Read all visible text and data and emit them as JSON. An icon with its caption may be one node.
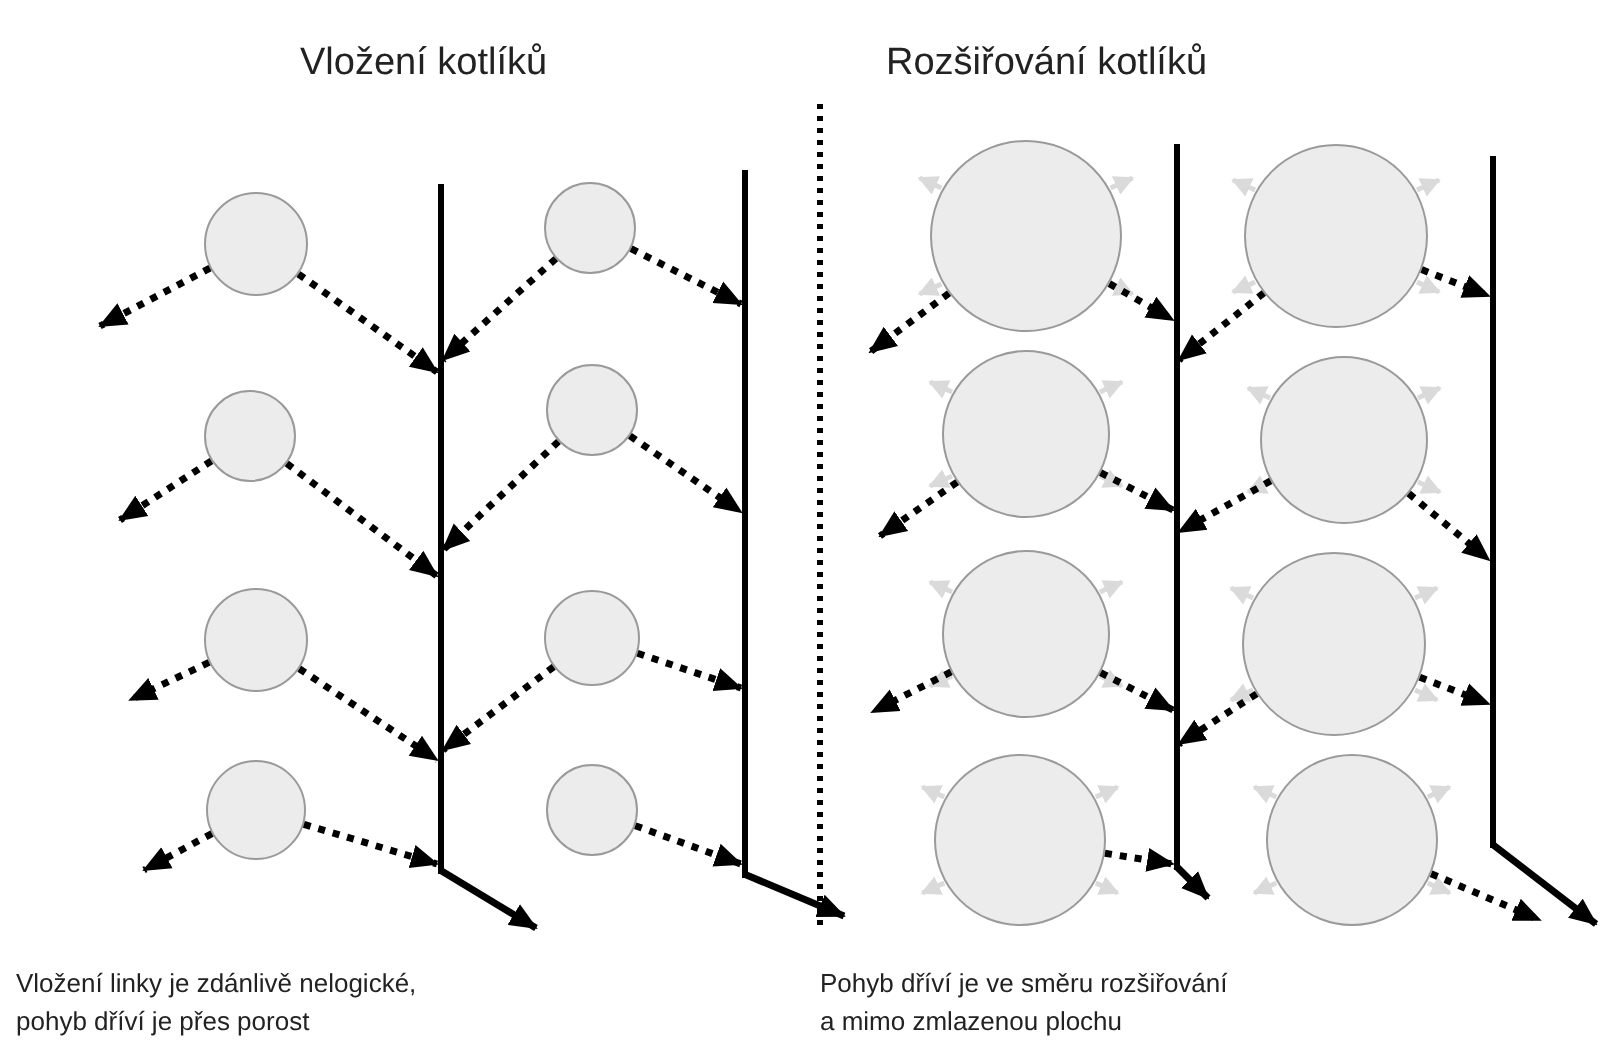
{
  "diagram": {
    "nodes": [
      {
        "text": [],
        "shape": "circle"
      },
      {
        "text": [],
        "shape": "circle"
      },
      {
        "text": [],
        "shape": "circle"
      },
      {
        "text": [],
        "shape": "circle"
      },
      {
        "text": [],
        "shape": "circle"
      },
      {
        "text": [],
        "shape": "circle"
      },
      {
        "text": [],
        "shape": "circle"
      },
      {
        "text": [],
        "shape": "circle"
      },
      {
        "text": [],
        "shape": "circle"
      },
      {
        "text": [],
        "shape": "circle"
      },
      {
        "text": [],
        "shape": "circle"
      },
      {
        "text": [],
        "shape": "circle"
      },
      {
        "text": [],
        "shape": "circle"
      },
      {
        "text": [],
        "shape": "circle"
      },
      {
        "text": [],
        "shape": "circle"
      },
      {
        "text": [],
        "shape": "circle"
      },
      {
        "text": [],
        "shape": "bar"
      },
      {
        "text": [],
        "shape": "bar"
      },
      {
        "text": [],
        "shape": "bar"
      },
      {
        "text": [],
        "shape": "bar"
      }
    ],
    "edges": [
      {
        "from": 0,
        "to": null,
        "arrow": "to",
        "style": "dashed"
      },
      {
        "from": 0,
        "to": 16,
        "arrow": "to",
        "style": "dashed"
      },
      {
        "from": 1,
        "to": null,
        "arrow": "to",
        "style": "dashed"
      },
      {
        "from": 1,
        "to": 16,
        "arrow": "to",
        "style": "dashed"
      },
      {
        "from": 2,
        "to": null,
        "arrow": "to",
        "style": "dashed"
      },
      {
        "from": 2,
        "to": 16,
        "arrow": "to",
        "style": "dashed"
      },
      {
        "from": 3,
        "to": null,
        "arrow": "to",
        "style": "dashed"
      },
      {
        "from": 3,
        "to": 16,
        "arrow": "to",
        "style": "dashed"
      },
      {
        "from": 4,
        "to": 16,
        "arrow": "to",
        "style": "dashed"
      },
      {
        "from": 4,
        "to": 17,
        "arrow": "to",
        "style": "dashed"
      },
      {
        "from": 5,
        "to": 16,
        "arrow": "to",
        "style": "dashed"
      },
      {
        "from": 5,
        "to": 17,
        "arrow": "to",
        "style": "dashed"
      },
      {
        "from": 6,
        "to": 16,
        "arrow": "to",
        "style": "dashed"
      },
      {
        "from": 6,
        "to": 17,
        "arrow": "to",
        "style": "dashed"
      },
      {
        "from": 7,
        "to": 17,
        "arrow": "to",
        "style": "dashed"
      },
      {
        "from": 8,
        "to": null,
        "arrow": "to",
        "style": "dashed"
      },
      {
        "from": 8,
        "to": 18,
        "arrow": "to",
        "style": "dashed"
      },
      {
        "from": 9,
        "to": null,
        "arrow": "to",
        "style": "dashed"
      },
      {
        "from": 9,
        "to": 18,
        "arrow": "to",
        "style": "dashed"
      },
      {
        "from": 10,
        "to": null,
        "arrow": "to",
        "style": "dashed"
      },
      {
        "from": 10,
        "to": 18,
        "arrow": "to",
        "style": "dashed"
      },
      {
        "from": 11,
        "to": 18,
        "arrow": "to",
        "style": "dashed"
      },
      {
        "from": 12,
        "to": 18,
        "arrow": "to",
        "style": "dashed"
      },
      {
        "from": 12,
        "to": 19,
        "arrow": "to",
        "style": "dashed"
      },
      {
        "from": 13,
        "to": 18,
        "arrow": "to",
        "style": "dashed"
      },
      {
        "from": 13,
        "to": 19,
        "arrow": "to",
        "style": "dashed"
      },
      {
        "from": 14,
        "to": 18,
        "arrow": "to",
        "style": "dashed"
      },
      {
        "from": 14,
        "to": 19,
        "arrow": "to",
        "style": "dashed"
      },
      {
        "from": 15,
        "to": null,
        "arrow": "to",
        "style": "dashed"
      },
      {
        "from": 16,
        "to": null,
        "arrow": "to"
      },
      {
        "from": 17,
        "to": null,
        "arrow": "to"
      },
      {
        "from": 18,
        "to": null,
        "arrow": "to"
      },
      {
        "from": 19,
        "to": null,
        "arrow": "to"
      }
    ],
    "labels": [
      "Vložení kotlíků",
      "Rozšiřování kotlíků",
      "Vložení linky je zdánlivě nelogické, pohyb dříví je přes porost",
      "Pohyb dříví je ve směru rozšiřování a mimo zmlazenou plochu"
    ]
  }
}
